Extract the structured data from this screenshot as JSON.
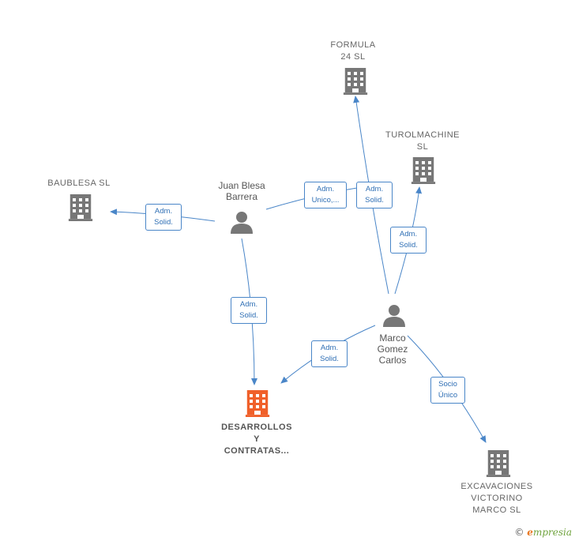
{
  "colors": {
    "edge": "#4a86c8",
    "building": "#777777",
    "building_main": "#f0602a",
    "person": "#777777"
  },
  "nodes": {
    "formula": {
      "lines": [
        "FORMULA",
        "24  SL"
      ],
      "icon": "building-icon"
    },
    "turolmachine": {
      "lines": [
        "TUROLMACHINE",
        "SL"
      ],
      "icon": "building-icon"
    },
    "baublesa": {
      "lines": [
        "BAUBLESA  SL"
      ],
      "icon": "building-icon"
    },
    "juan": {
      "lines": [
        "Juan Blesa",
        "Barrera"
      ],
      "icon": "person-icon"
    },
    "marco": {
      "lines": [
        "Marco",
        "Gomez",
        "Carlos"
      ],
      "icon": "person-icon"
    },
    "desarrollos": {
      "lines": [
        "DESARROLLOS",
        "Y",
        "CONTRATAS..."
      ],
      "icon": "building-icon"
    },
    "excavaciones": {
      "lines": [
        "EXCAVACIONES",
        "VICTORINO",
        "MARCO SL"
      ],
      "icon": "building-icon"
    }
  },
  "edges": {
    "juan_baublesa": [
      "Adm.",
      "Solid."
    ],
    "juan_turol": [
      "Adm.",
      "Unico,..."
    ],
    "marco_formula": [
      "Adm.",
      "Solid."
    ],
    "marco_turol": [
      "Adm.",
      "Solid."
    ],
    "juan_desarrollos": [
      "Adm.",
      "Solid."
    ],
    "marco_desarrollos": [
      "Adm.",
      "Solid."
    ],
    "marco_excavaciones": [
      "Socio",
      "Único"
    ]
  },
  "watermark": {
    "copyright": "©",
    "brand_e": "e",
    "brand_rest": "mpresia"
  }
}
